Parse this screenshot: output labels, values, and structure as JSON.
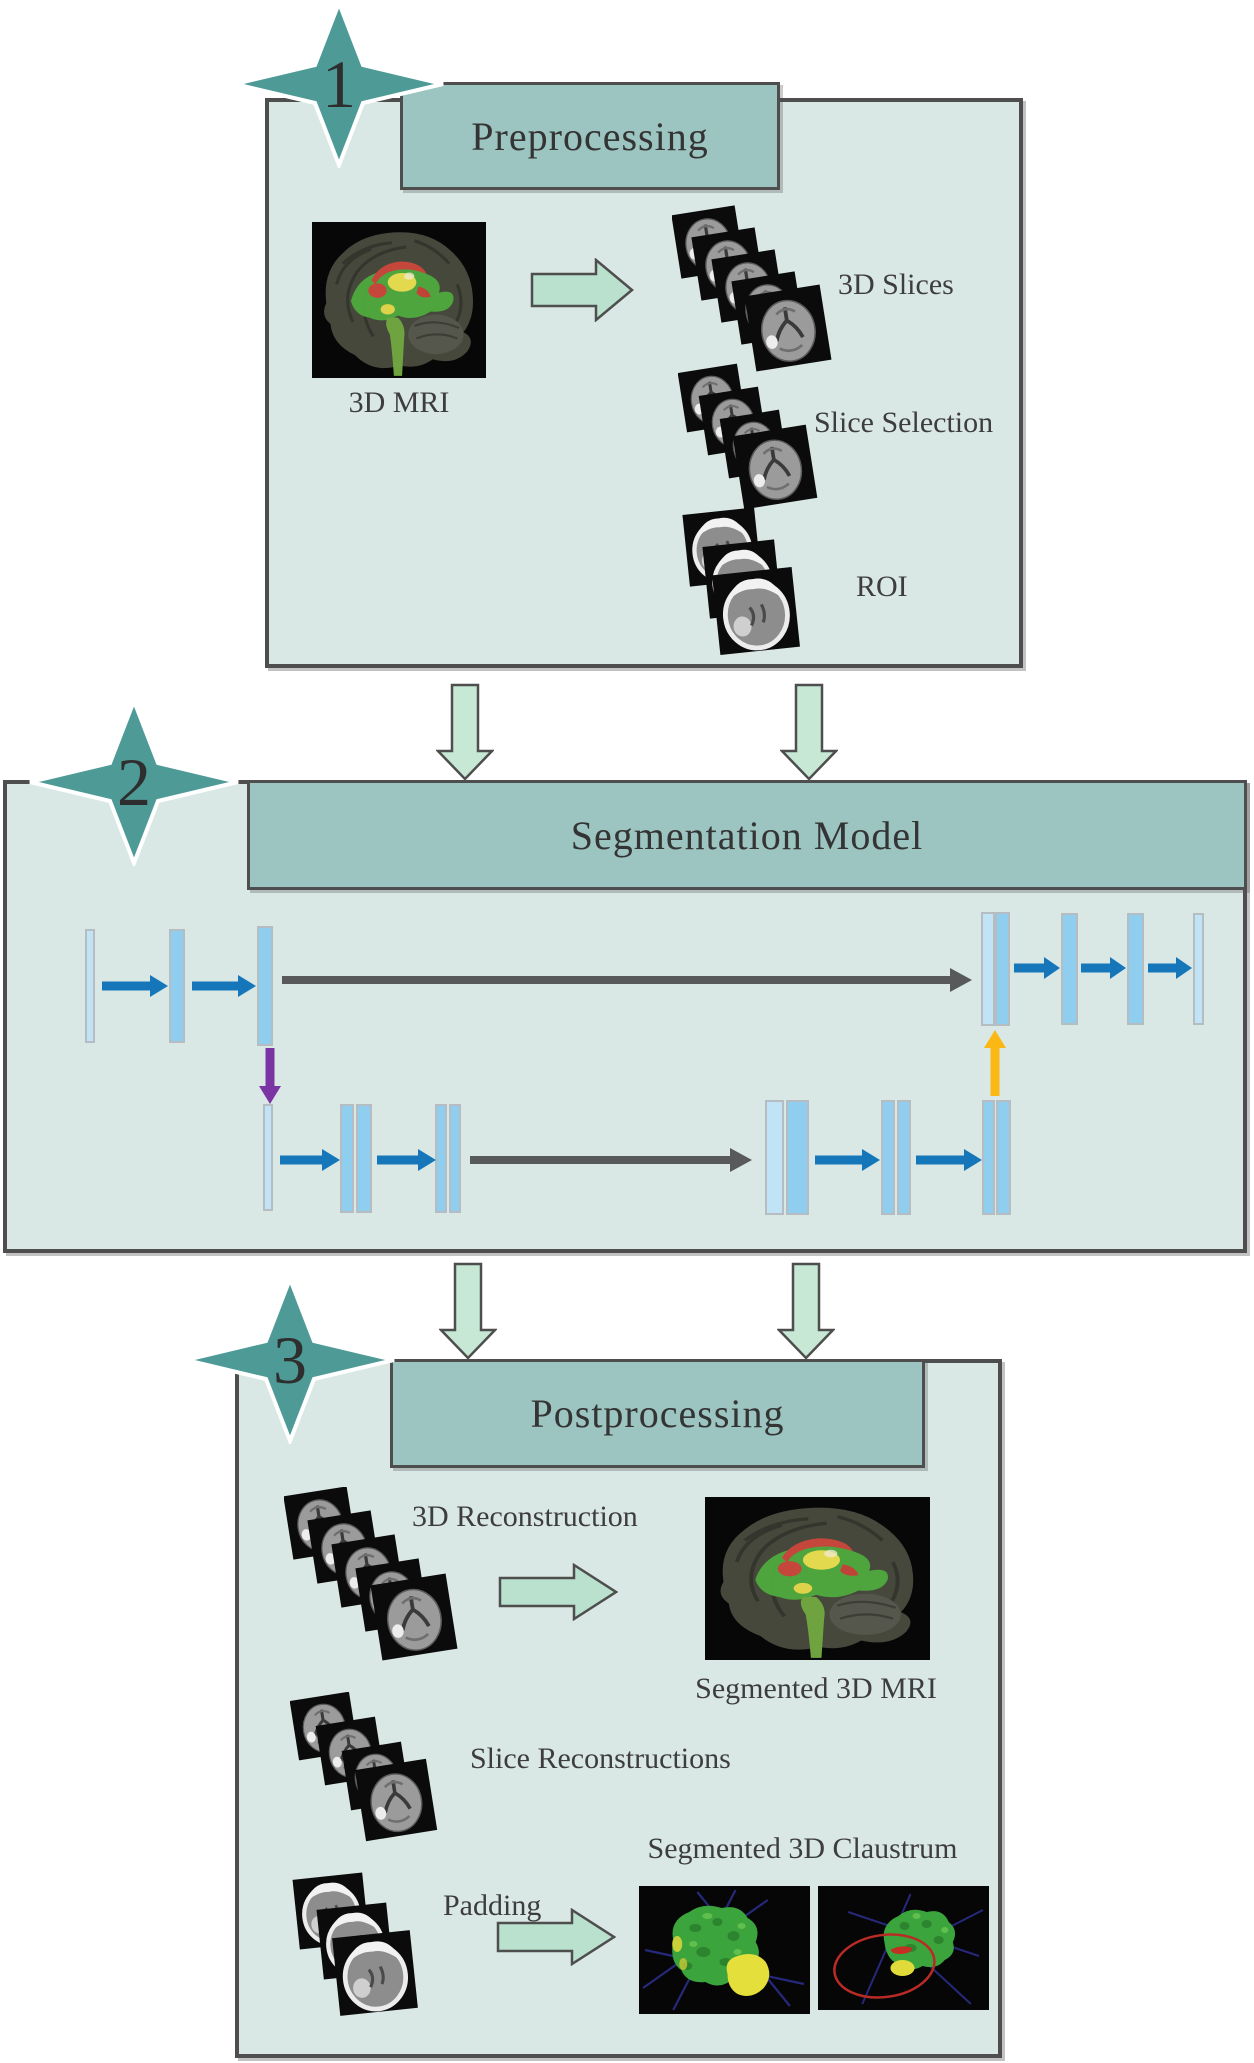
{
  "diagram": {
    "stages": [
      {
        "number": "1",
        "title": "Preprocessing"
      },
      {
        "number": "2",
        "title": "Segmentation Model"
      },
      {
        "number": "3",
        "title": "Postprocessing"
      }
    ],
    "preprocessing": {
      "input_label": "3D MRI",
      "slices_label": "3D Slices",
      "slice_selection_label": "Slice Selection",
      "roi_label": "ROI"
    },
    "postprocessing": {
      "reconstruction_label": "3D Reconstruction",
      "segmented_mri_label": "Segmented 3D MRI",
      "slice_reconstructions_label": "Slice Reconstructions",
      "claustrum_label": "Segmented 3D Claustrum",
      "padding_label": "Padding"
    },
    "colors": {
      "star_fill": "#4e9a97",
      "header_fill": "#9cc5c1",
      "panel_fill": "#dae8e5",
      "border": "#4e4e4e",
      "mint_arrow_right": "#b9e1cd",
      "mint_arrow_down": "#c7e8d5",
      "blue_conv_arrow": "#1576ba",
      "gray_skip_arrow": "#58595b",
      "purple_down_arrow": "#7a34a4",
      "yellow_up_arrow": "#fbb713",
      "bar_light": "#c0e4f6",
      "bar_medium": "#8fceef"
    }
  }
}
